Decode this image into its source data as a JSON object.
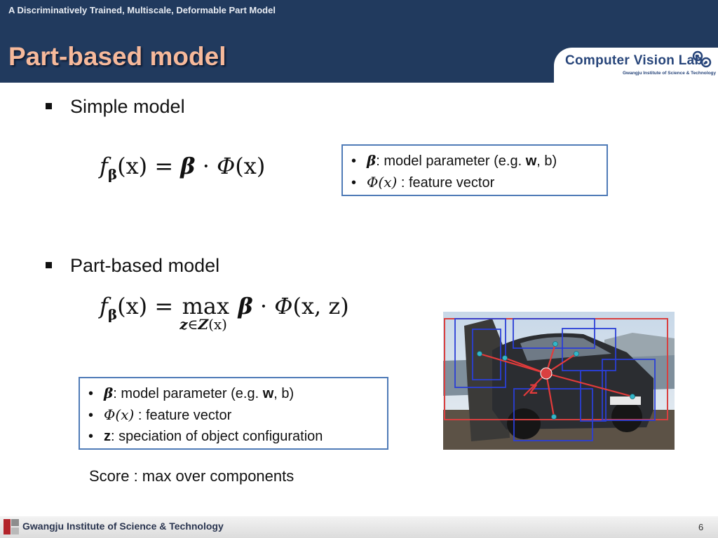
{
  "header": {
    "subtitle": "A Discriminatively Trained, Multiscale, Deformable Part Model",
    "title": "Part-based model",
    "lab_logo": {
      "name": "Computer Vision Lab.",
      "institute": "Gwangju Institute of Science & Technology"
    }
  },
  "sections": [
    {
      "heading": "Simple model",
      "definitions": [
        {
          "symbol": "β",
          "text_before": ": model parameter (e.g. ",
          "bold": "w",
          "text_after": ", b)"
        },
        {
          "symbol": "Φ(x)",
          "text_before": " : feature vector",
          "bold": "",
          "text_after": ""
        }
      ]
    },
    {
      "heading": "Part-based model",
      "definitions": [
        {
          "symbol": "β",
          "text_before": ": model parameter (e.g. ",
          "bold": "w",
          "text_after": ", b)"
        },
        {
          "symbol": "Φ(x)",
          "text_before": " : feature vector",
          "bold": "",
          "text_after": ""
        },
        {
          "symbol": "z",
          "text_before": ": speciation of object configuration",
          "bold": "",
          "text_after": ""
        }
      ]
    }
  ],
  "formulas": {
    "simple": {
      "f": "f",
      "sub": "β",
      "lhs_arg": "(x)",
      "eq": " = ",
      "beta": "β",
      "dot": " · ",
      "phi": "Φ",
      "rhs_arg": "(x)"
    },
    "part": {
      "f": "f",
      "sub": "β",
      "lhs_arg": "(x)",
      "eq": " = ",
      "max": "max",
      "max_sub_z": "z",
      "max_sub_in": "∈",
      "max_sub_Z": "Z",
      "max_sub_arg": "(x)",
      "beta": "β",
      "dot": " · ",
      "phi": "Φ",
      "rhs_arg": "(x, z)"
    }
  },
  "figure": {
    "z_label": "Z"
  },
  "score_note": "Score : max over components",
  "footer": {
    "institute": "Gwangju Institute of Science & Technology",
    "page": "6"
  },
  "colors": {
    "header_bg": "#213a5e",
    "title": "#f6b99b",
    "box_border": "#4f7bb7",
    "root_filter": "#d94040",
    "part_filter": "#2b3fd6"
  }
}
